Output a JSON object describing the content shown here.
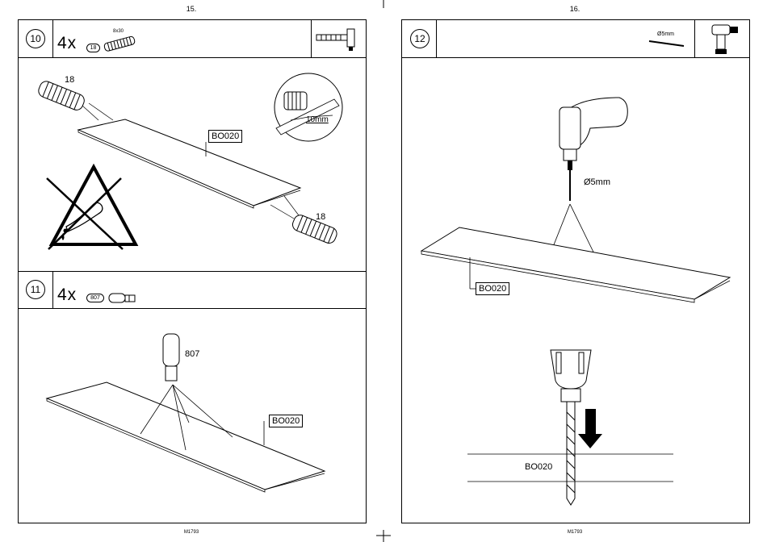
{
  "left_page": {
    "page_number": "15.",
    "footer": "M1793",
    "step10": {
      "number": "10",
      "quantity": "4x",
      "part_id": "18",
      "part_size": "8x30",
      "label_top": "18",
      "label_bottom": "18",
      "board_label": "BO020",
      "depth": "10mm",
      "tool_icon": "hammer-icon",
      "warning_icon": "no-glue-warning-icon"
    },
    "step11": {
      "number": "11",
      "quantity": "4x",
      "part_id": "807",
      "part_label": "807",
      "board_label": "BO020"
    }
  },
  "right_page": {
    "page_number": "16.",
    "footer": "M1793",
    "step12": {
      "number": "12",
      "drill_bit": "Ø5mm",
      "drill_label": "Ø5mm",
      "board_label_top": "BO020",
      "board_label_bottom": "BO020",
      "tool_icon": "power-drill-icon"
    }
  }
}
